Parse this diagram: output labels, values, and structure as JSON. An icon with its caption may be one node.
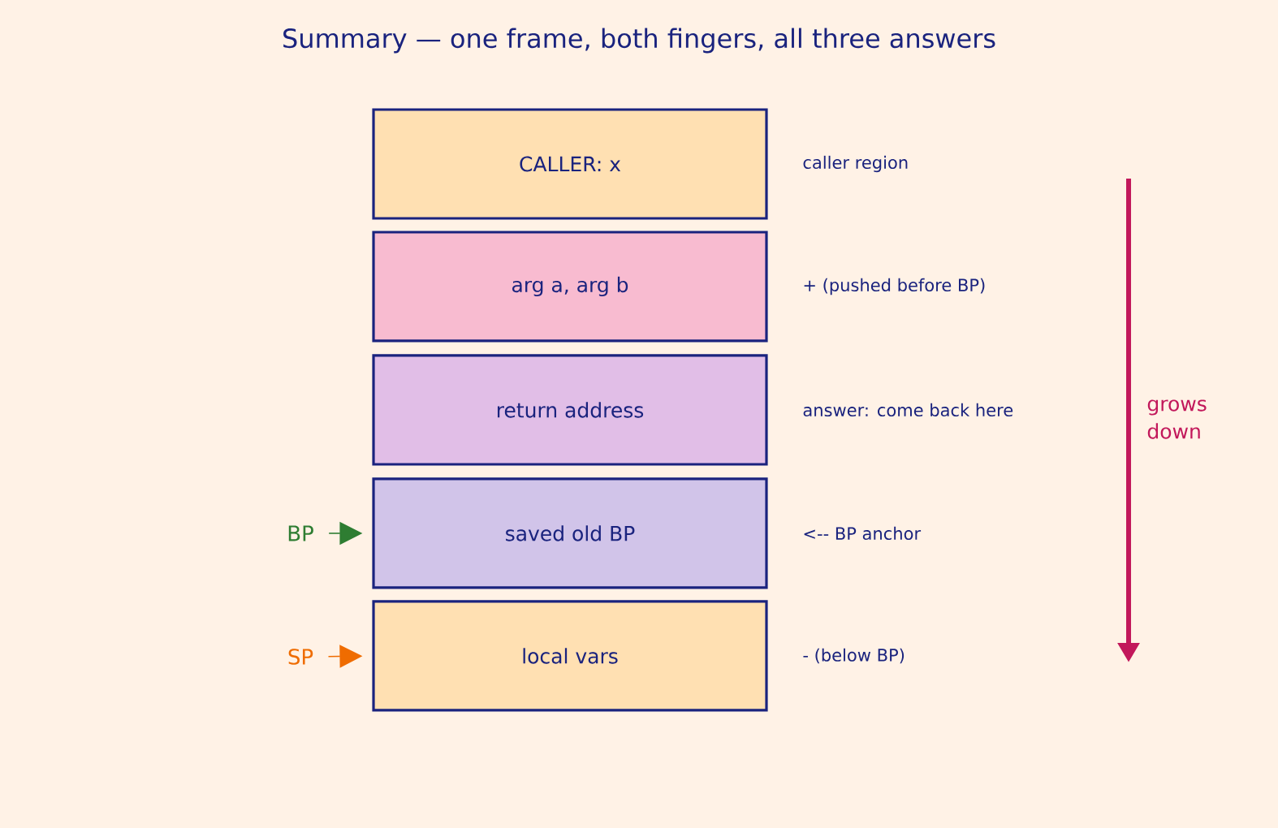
{
  "diagram": {
    "title": "Summary — one frame, both fingers, all three answers",
    "nodes": [
      {
        "text": [
          "CALLER: x"
        ],
        "beside": [
          "caller region"
        ]
      },
      {
        "text": [
          "arg a, arg b"
        ],
        "beside": [
          "+ (pushed before BP)"
        ]
      },
      {
        "text": [
          "return address"
        ],
        "beside": [
          "answer: come back here"
        ]
      },
      {
        "text": [
          "saved old BP"
        ],
        "beside": [
          "<-- BP anchor"
        ]
      },
      {
        "text": [
          "local vars"
        ],
        "beside": [
          "- (below BP)"
        ]
      },
      {
        "text": [
          "BP"
        ]
      },
      {
        "text": [
          "SP"
        ]
      }
    ],
    "edges": [
      {
        "from": 5,
        "to": 3,
        "arrow": "to",
        "color": "#2e7d32"
      },
      {
        "from": 6,
        "to": 4,
        "arrow": "to",
        "color": "#ef6c00"
      }
    ],
    "labels": [
      "grows down"
    ]
  }
}
